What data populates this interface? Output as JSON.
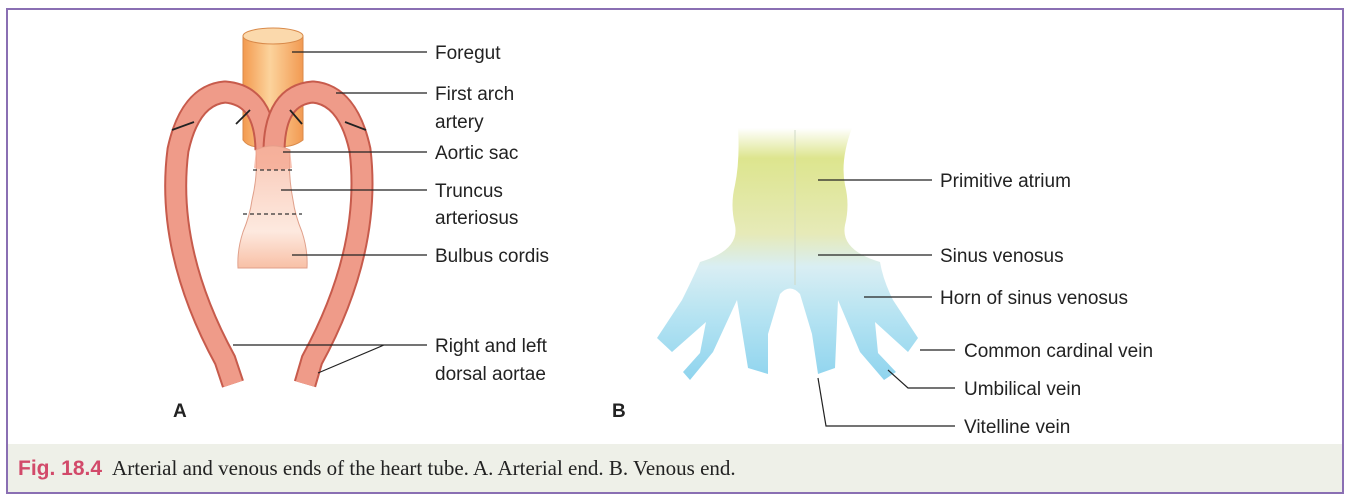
{
  "figure": {
    "panel_a": {
      "letter": "A",
      "labels": {
        "foregut": "Foregut",
        "first_arch_artery_1": "First arch",
        "first_arch_artery_2": "artery",
        "aortic_sac": "Aortic sac",
        "truncus_1": "Truncus",
        "truncus_2": "arteriosus",
        "bulbus_cordis": "Bulbus cordis",
        "dorsal_aortae_1": "Right and left",
        "dorsal_aortae_2": "dorsal aortae"
      }
    },
    "panel_b": {
      "letter": "B",
      "labels": {
        "primitive_atrium": "Primitive atrium",
        "sinus_venosus": "Sinus venosus",
        "horn_sinus_venosus": "Horn of sinus venosus",
        "common_cardinal_vein": "Common cardinal vein",
        "umbilical_vein": "Umbilical vein",
        "vitelline_vein": "Vitelline vein"
      }
    }
  },
  "caption": {
    "number": "Fig. 18.4",
    "text": "Arterial and venous ends of the heart tube. A. Arterial end. B. Venous end."
  },
  "colors": {
    "border": "#8a6fb3",
    "caption_bg": "#eef0e8",
    "fig_number": "#d24a6a",
    "artery": "#ec9080",
    "foregut": "#f4b06a",
    "atrium": "#d6e08a",
    "sinus": "#a9ddf0"
  }
}
